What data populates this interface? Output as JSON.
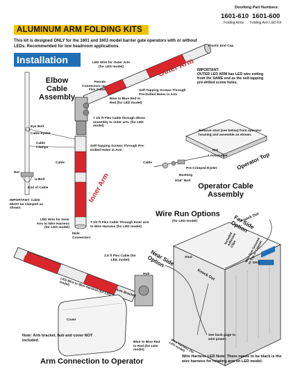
{
  "header": {
    "part_numbers_label": "Doorking Part Numbers:",
    "part_a": {
      "number": "1601-610",
      "desc": "Folding Arms"
    },
    "part_b": {
      "number": "1601-600",
      "desc": "Folding Arm LED Kit"
    },
    "title": "ALUMINUM ARM FOLDING KITS",
    "intro": "This kit is designed ONLY for the 1601 and 1603 model barrier gate operators with or without LEDs. Recommended for low headroom applications.",
    "section": "Installation"
  },
  "labels": {
    "plastic_end_cap": "Plastic End Cap",
    "outer_arm": "Outer Arm",
    "inner_arm": "Inner Arm",
    "inner_arm_lower": "Inner Arm",
    "led_wire_outer": "LED Wire for Outer Arm (for LED model)",
    "female_connectors": "Female Connectors on Flex Cable",
    "blue_to_blue_top": "Blue to Blue Red to Red (for LED model)",
    "self_tap_arm": "Self-Tapping Screws Through Pre-Drilled Holes in Arm",
    "elbow_cable_assembly": "Elbow Cable Assembly",
    "flex_elbow": "7 1/2 ft Flex Cable through elbow assembly to outer arm. (for LED model)",
    "eye_bolt": "Eye Bolt",
    "cable_eyelet": "Cable Eyelet",
    "cable_clamps": "Cable Clamps",
    "self_tap_inner": "Self-Tapping Screws Through Pre-Drilled Holes in Arm",
    "cable_left": "Cable",
    "nut_left": "Nut",
    "u_bolt": "U-Bolt",
    "end_of_cable": "End of Cable",
    "important_left": "IMPORTANT: Cable MUST be clamped as shown.",
    "led_wire_inner": "LED Wire for Inner Arm to Wire Harness (for LED model)",
    "flex_inner": "7 1/2 ft Flex Cable Through Inner arm to Wire Harness (for LED model)",
    "male_connectors": "Male Connectors",
    "important_right_title": "IMPORTANT:",
    "important_right": "OUTER LED ARM has LED wire exiting from the SAME end as the self-tapping pre-drilled screw holes.",
    "remove_stud": "Remove stud (see below) from operator housing and assemble as shown.",
    "nut_right": "Nut",
    "lockwasher": "Lockwasher",
    "cable_right": "Cable",
    "pre_crimped": "Pre-Crimped Eyelet",
    "bushing": "Bushing",
    "bolt_9_16": "9/16\" Bolt",
    "operator_top": "Operator Top",
    "operator_cable_assembly": "Operator Cable Assembly",
    "wire_run_options": "Wire Run Options",
    "wire_run_sub": "(for LED model)",
    "far_side_option": "Far Side Option",
    "knock_out_top": "Knock Out",
    "near_side_option": "Near Side Option",
    "knock_out_side": "Knock Out",
    "stud": "Stud",
    "included_adhesive": "Included Adhesive Clips",
    "wire_run_secured": "Wire Run Secured to Top of Cabinet",
    "flex_2_5": "2.5 ft Flex Cable (for LED model)",
    "led_wire_harness_diag": "LED Wire to Wire Harness (for LED model)",
    "arm_bracket_lbl": "Arm Bracket",
    "hub": "Hub",
    "cover_lbl": "Cover",
    "see_back_page": "See back page to wire power.",
    "wire_harness_small": "Wire Harness (for LED model)",
    "blue_to_blue_bottom": "Blue to Blue Red to Red (for LED model)",
    "note_arm": "Note: Arm bracket, hub and cover NOT included.",
    "arm_connection": "Arm Connection to Operator",
    "wire_harness_note": "Wire Harness LED Note: There needs to be black is the wire harness for rotating arm on LED model.",
    "doorking_logo": "DKS"
  },
  "colors": {
    "yellow": "#f2c200",
    "blue": "#1f6fb8",
    "red": "#d9262c",
    "gray": "#d8d8d8"
  }
}
